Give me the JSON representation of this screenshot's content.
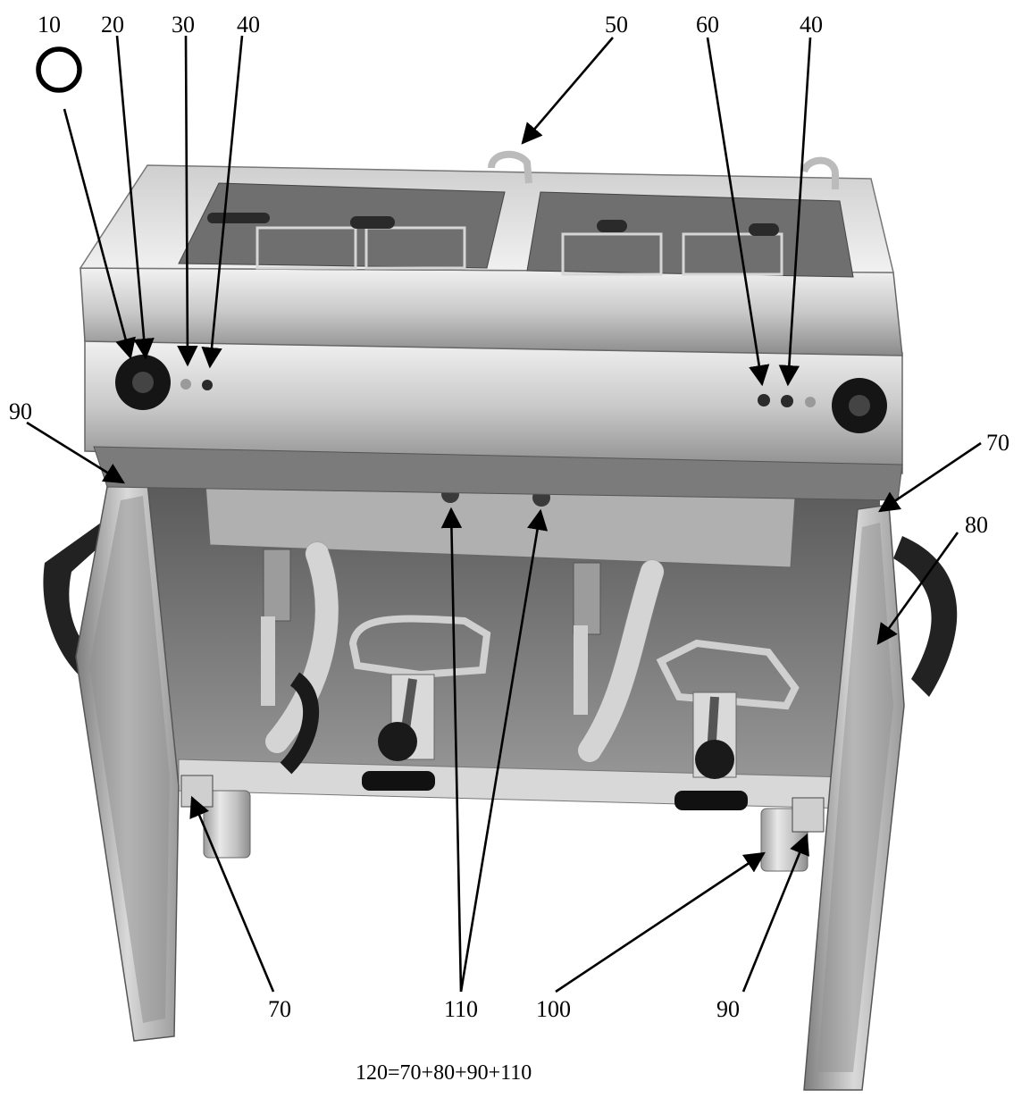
{
  "figure": {
    "labels": {
      "c10": "10",
      "c20": "20",
      "c30": "30",
      "c40a": "40",
      "c50": "50",
      "c60": "60",
      "c40b": "40",
      "c90a": "90",
      "c70a": "70",
      "c80": "80",
      "c70b": "70",
      "c110": "110",
      "c100": "100",
      "c90b": "90"
    },
    "formula": "120=70+80+90+110",
    "colors": {
      "steel_light": "#e6e6e6",
      "steel_mid": "#b5b5b5",
      "steel_dark": "#6e6e6e",
      "black": "#111111",
      "hose": "#e9e9e9"
    }
  }
}
